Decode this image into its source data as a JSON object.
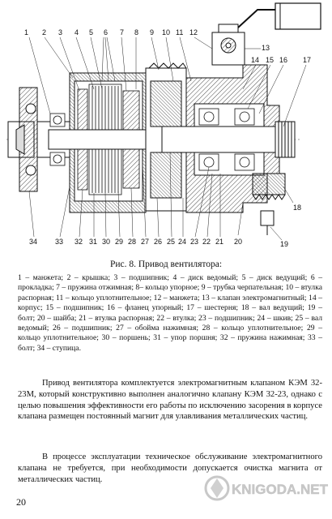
{
  "figure": {
    "callouts_top": [
      "1",
      "2",
      "3",
      "4",
      "5",
      "6",
      "7",
      "8",
      "9",
      "10",
      "11",
      "12"
    ],
    "callout_13": "13",
    "callouts_right": [
      "14",
      "15",
      "16",
      "17"
    ],
    "callout_18": "18",
    "callout_19": "19",
    "callouts_bottom": [
      "34",
      "33",
      "32",
      "31",
      "30",
      "29",
      "28",
      "27",
      "26",
      "25",
      "24",
      "23",
      "22",
      "21",
      "20"
    ],
    "caption": "Рис. 8. Привод вентилятора:"
  },
  "legend": "1 – манжета; 2 – крышка; 3 – подшипник; 4 – диск ведомый; 5 – диск ведущий; 6 – прокладка; 7 – пружина отжимная; 8– кольцо упорное; 9 – трубка черпательная; 10 – втулка распорная; 11 – кольцо уплотнительное; 12 – манжета; 13 – клапан электромагнитный; 14 – корпус; 15 – подшипник; 16 – фланец упорный; 17 – шестерня; 18 – вал ведущий; 19 – болт; 20 – шайба; 21 – втулка распорная; 22 – втулка; 23 – подшипник; 24 – шкив; 25 – вал ведомый; 26 – подшипник; 27 – обойма нажимная; 28 – кольцо уплотнительное; 29 – кольцо уплотнительное; 30 – поршень; 31 – упор поршня; 32 – пружина нажимная; 33 – болт; 34 – ступица.",
  "paragraphs": [
    "Привод вентилятора комплектуется электромагнитным клапаном КЭМ 32-23М, который конструктивно выполнен аналогично клапану КЭМ 32-23, однако с целью повышения эффективности его работы по исключению засорения в корпусе клапана размещен постоянный магнит для улавливания металлических частиц.",
    "В процессе эксплуатации техническое обслуживание электромагнитного клапана не требуется, при необходимости допускается очистка магнита от металлических частиц."
  ],
  "page_number": "20",
  "watermark": "KNIGODA.NET"
}
